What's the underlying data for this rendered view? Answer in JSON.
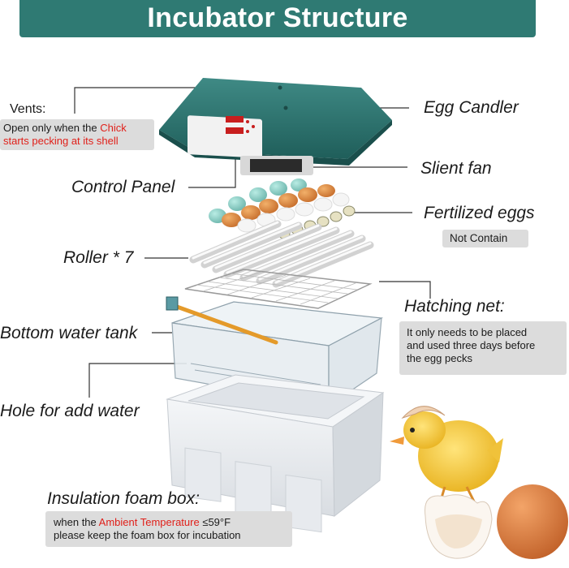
{
  "title": "Incubator Structure",
  "labels": {
    "vents": "Vents:",
    "vents_note_prefix": "Open only when the ",
    "vents_note_highlight": "Chick",
    "vents_note_line2": "starts pecking at its shell",
    "egg_candler": "Egg Candler",
    "silent_fan": "Slient fan",
    "control_panel": "Control Panel",
    "fertilized_eggs": "Fertilized eggs",
    "not_contain": "Not Contain",
    "roller": "Roller * 7",
    "hatching_net": "Hatching net:",
    "hatching_note_1": "It only needs to be placed",
    "hatching_note_2": "and used three days before",
    "hatching_note_3": "the egg pecks",
    "bottom_water_tank": "Bottom water tank",
    "hole_for_water": "Hole for add water",
    "insulation": "Insulation foam box:",
    "insulation_note_prefix": "when the ",
    "insulation_note_highlight": "Ambient Temperature",
    "insulation_note_suffix": " ≤59°F",
    "insulation_note_line2": "please keep the foam box for incubation"
  },
  "colors": {
    "title_bar": "#2f7a73",
    "lid": "#2e7470",
    "highlight_red": "#e0201a",
    "note_box": "#dcdcdc"
  }
}
